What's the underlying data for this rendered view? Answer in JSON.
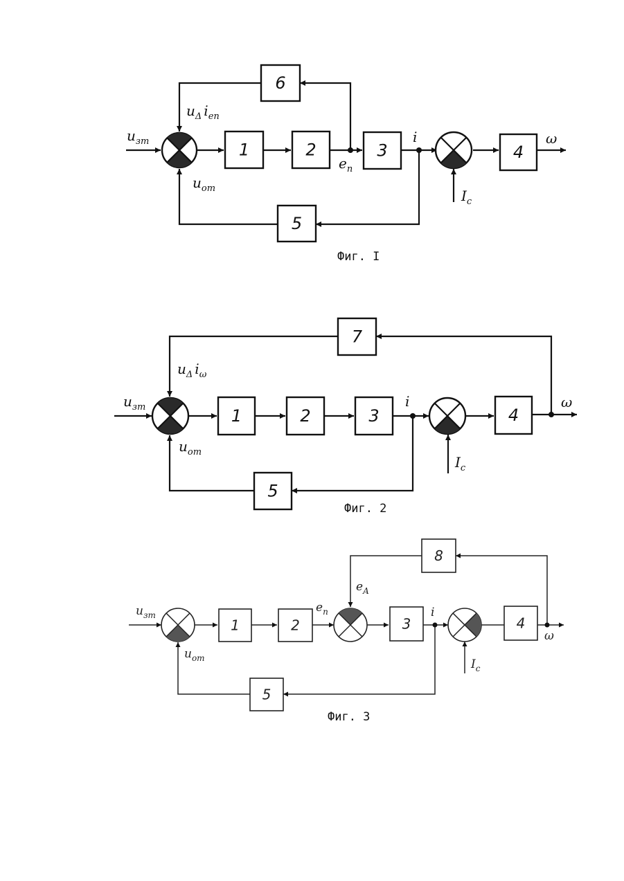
{
  "fig1": {
    "caption": "Фиг. I",
    "blocks": [
      "1",
      "2",
      "3",
      "4",
      "5",
      "6"
    ],
    "labels": {
      "input": "u",
      "input_sub": "зт",
      "top": "u",
      "top_sub": "Δ",
      "top_mid": "i",
      "top_sub2": "eп",
      "fb": "u",
      "fb_sub": "от",
      "ep": "e",
      "ep_sub": "п",
      "current": "i",
      "load": "I",
      "load_sub": "c",
      "output": "ω"
    }
  },
  "fig2": {
    "caption": "Фиг. 2",
    "blocks": [
      "1",
      "2",
      "3",
      "4",
      "5",
      "7"
    ],
    "labels": {
      "input": "u",
      "input_sub": "зт",
      "top": "u",
      "top_sub": "Δ",
      "top_mid": "i",
      "top_sub2": "ω",
      "fb": "u",
      "fb_sub": "от",
      "current": "i",
      "load": "I",
      "load_sub": "c",
      "output": "ω"
    }
  },
  "fig3": {
    "caption": "Фиг. 3",
    "blocks": [
      "1",
      "2",
      "3",
      "4",
      "5",
      "8"
    ],
    "labels": {
      "input": "u",
      "input_sub": "зт",
      "fb": "u",
      "fb_sub": "от",
      "ep": "e",
      "ep_sub": "п",
      "ed": "e",
      "ed_sub": "A",
      "current": "i",
      "load": "I",
      "load_sub": "c",
      "output": "ω"
    }
  }
}
